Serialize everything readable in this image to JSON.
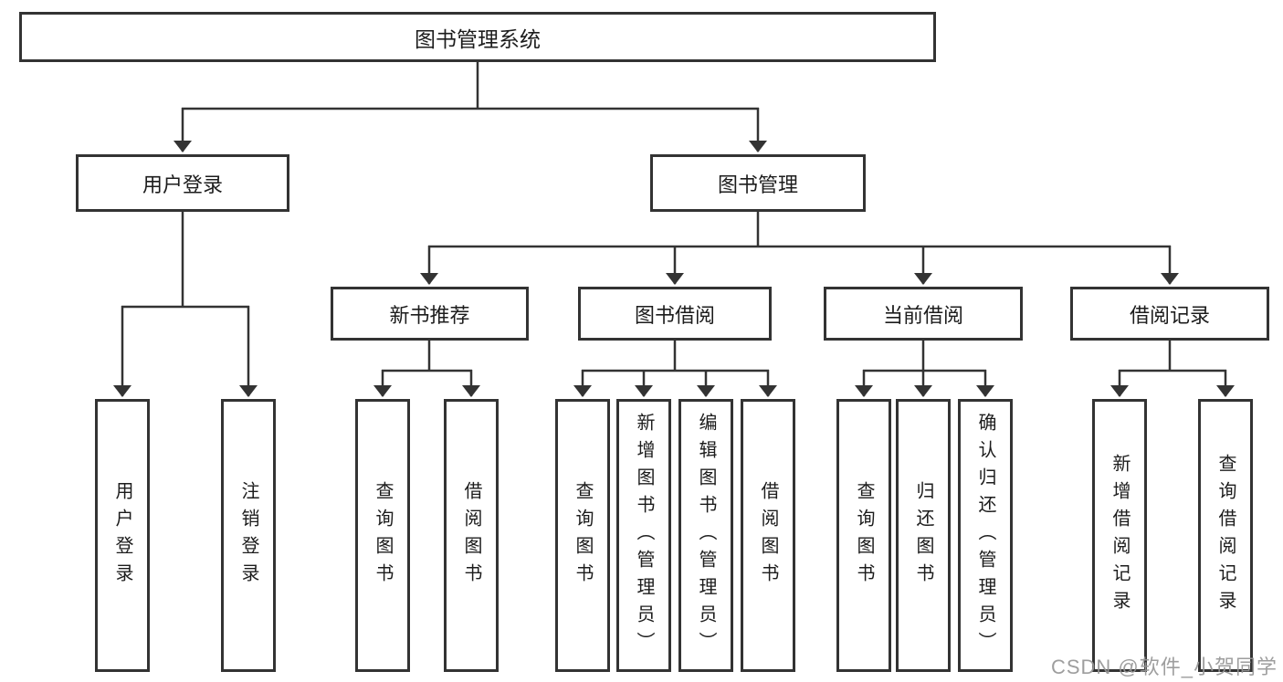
{
  "diagram": {
    "type": "hierarchy-tree",
    "title": "图书管理系统"
  },
  "tree": {
    "label": "图书管理系统",
    "children": [
      {
        "label": "用户登录",
        "children": [
          {
            "label": "用户登录"
          },
          {
            "label": "注销登录"
          }
        ]
      },
      {
        "label": "图书管理",
        "children": [
          {
            "label": "新书推荐",
            "children": [
              {
                "label": "查询图书"
              },
              {
                "label": "借阅图书"
              }
            ]
          },
          {
            "label": "图书借阅",
            "children": [
              {
                "label": "查询图书"
              },
              {
                "label": "新增图书（管理员）"
              },
              {
                "label": "编辑图书（管理员）"
              },
              {
                "label": "借阅图书"
              }
            ]
          },
          {
            "label": "当前借阅",
            "children": [
              {
                "label": "查询图书"
              },
              {
                "label": "归还图书"
              },
              {
                "label": "确认归还（管理员）"
              }
            ]
          },
          {
            "label": "借阅记录",
            "children": [
              {
                "label": "新增借阅记录"
              },
              {
                "label": "查询借阅记录"
              }
            ]
          }
        ]
      }
    ]
  },
  "watermark": {
    "text": "CSDN @软件_小贺同学"
  },
  "colors": {
    "line": "#333333",
    "box_border": "#333333",
    "text": "#1c1c1c",
    "background": "#ffffff",
    "watermark": "#969696"
  }
}
